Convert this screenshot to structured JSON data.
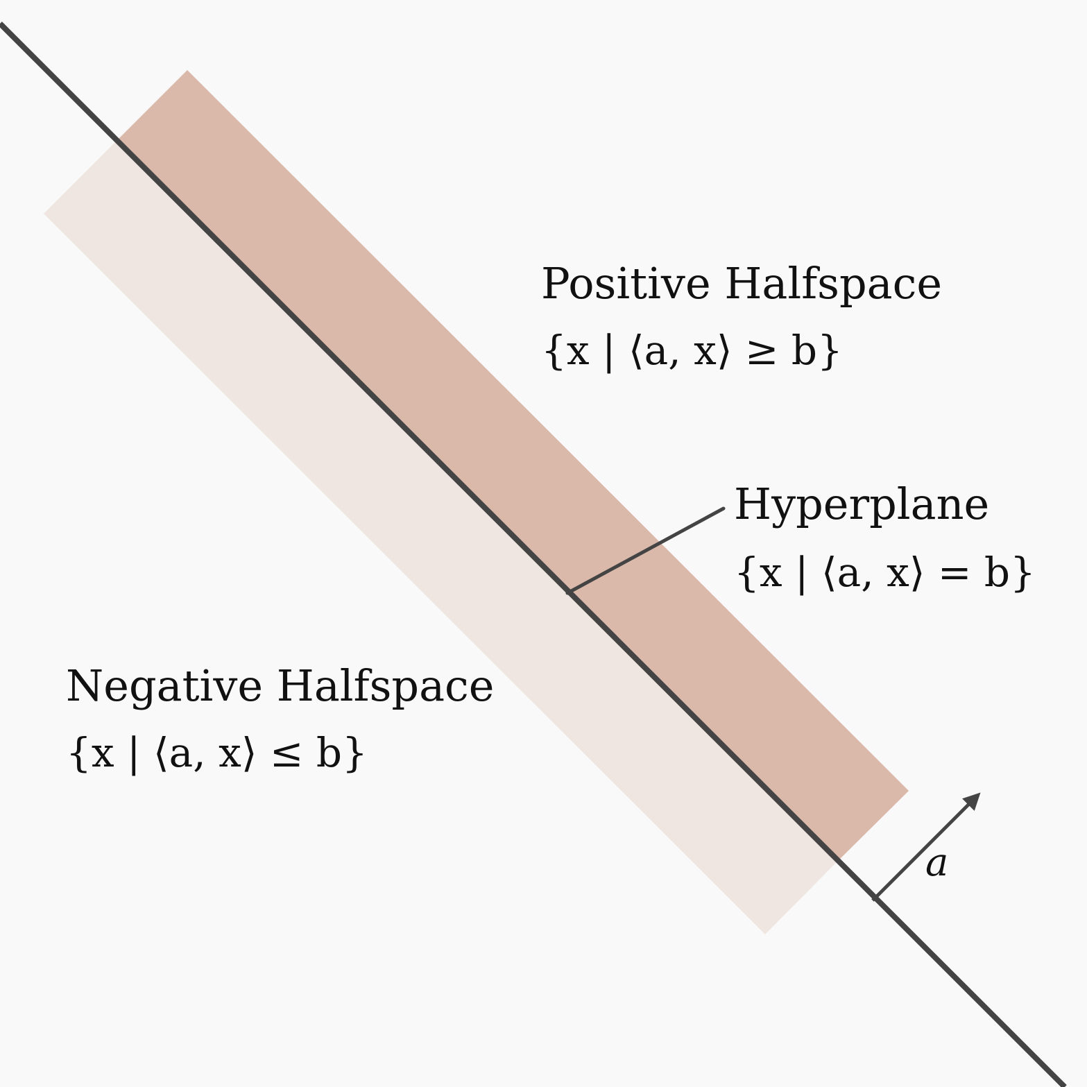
{
  "diagram": {
    "positive": {
      "title": "Positive Halfspace",
      "set_notation": "{x | ⟨a, x⟩ ≥ b}"
    },
    "hyperplane": {
      "title": "Hyperplane",
      "set_notation": "{x | ⟨a, x⟩ = b}"
    },
    "negative": {
      "title": "Negative Halfspace",
      "set_notation": "{x | ⟨a, x⟩ ≤ b}"
    },
    "normal_vector_label": "a"
  },
  "colors": {
    "background": "#f9f9f9",
    "positive_region": "#dab9ab",
    "negative_region": "#f0e6e1",
    "line": "#444444",
    "text": "#111111"
  }
}
